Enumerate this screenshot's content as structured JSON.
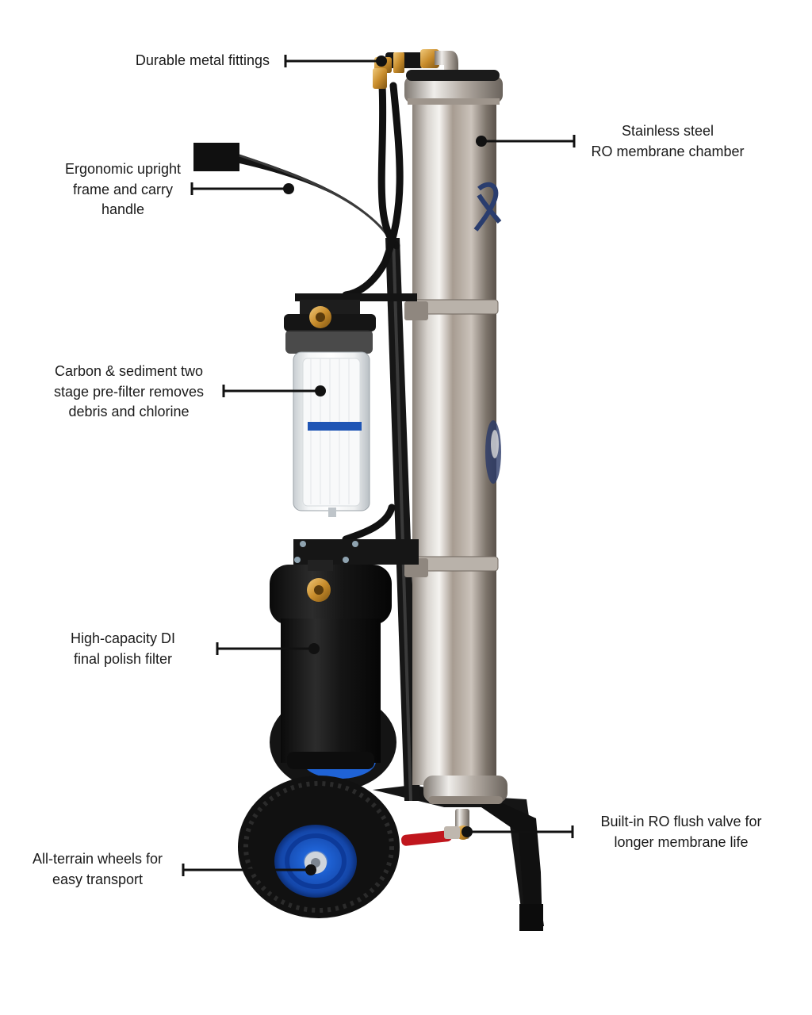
{
  "callouts": {
    "fittings": {
      "lines": [
        "Durable metal fittings"
      ]
    },
    "chamber": {
      "lines": [
        "Stainless steel",
        "RO membrane chamber"
      ]
    },
    "frame": {
      "lines": [
        "Ergonomic upright",
        "frame and carry",
        "handle"
      ]
    },
    "prefilter": {
      "lines": [
        "Carbon & sediment two",
        "stage pre-filter removes",
        "debris and chlorine"
      ]
    },
    "di": {
      "lines": [
        "High-capacity DI",
        "final polish filter"
      ]
    },
    "flush": {
      "lines": [
        "Built-in RO flush valve for",
        "longer membrane life"
      ]
    },
    "wheels": {
      "lines": [
        "All-terrain wheels for",
        "easy transport"
      ]
    }
  },
  "colors": {
    "frame": "#141414",
    "steel_light": "#e9e7e4",
    "steel_dark": "#6e665f",
    "wheel_hub": "#1f63d6",
    "filter_band": "#1f55b5",
    "valve_handle": "#c0161d",
    "brass": "#c98d2c",
    "leader": "#111111"
  }
}
